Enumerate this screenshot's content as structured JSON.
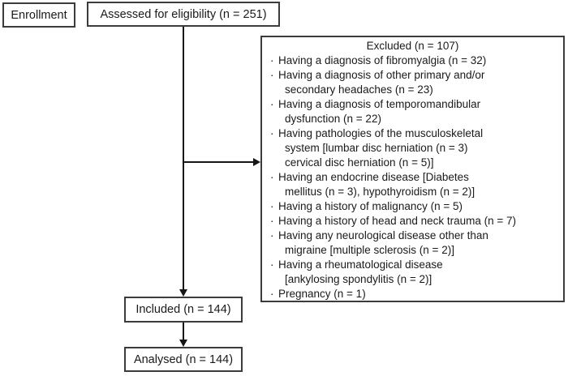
{
  "diagram": {
    "stage_label": "Enrollment",
    "assessed": "Assessed for eligibility (n = 251)",
    "included": "Included (n = 144)",
    "analysed": "Analysed (n = 144)",
    "excluded": {
      "title": "Excluded (n = 107)",
      "bullet": "·",
      "items": [
        [
          "Having a diagnosis of fibromyalgia (n = 32)"
        ],
        [
          "Having a diagnosis of other primary and/or",
          "secondary headaches (n = 23)"
        ],
        [
          "Having a diagnosis of temporomandibular",
          "dysfunction (n = 22)"
        ],
        [
          "Having pathologies of the musculoskeletal",
          "system [lumbar disc herniation (n = 3)",
          "cervical disc herniation (n = 5)]"
        ],
        [
          "Having an endocrine disease [Diabetes",
          "mellitus (n = 3), hypothyroidism (n = 2)]"
        ],
        [
          "Having a history of malignancy (n = 5)"
        ],
        [
          "Having a history of head and neck trauma (n = 7)"
        ],
        [
          "Having any neurological disease other than",
          "migraine [multiple sclerosis (n = 2)]"
        ],
        [
          "Having a rheumatological disease",
          "[ankylosing spondylitis (n = 2)]"
        ],
        [
          "Pregnancy (n = 1)"
        ]
      ]
    },
    "colors": {
      "border": "#3c3c3c",
      "line": "#161616",
      "text": "#1a1a1a",
      "background": "#ffffff"
    }
  }
}
